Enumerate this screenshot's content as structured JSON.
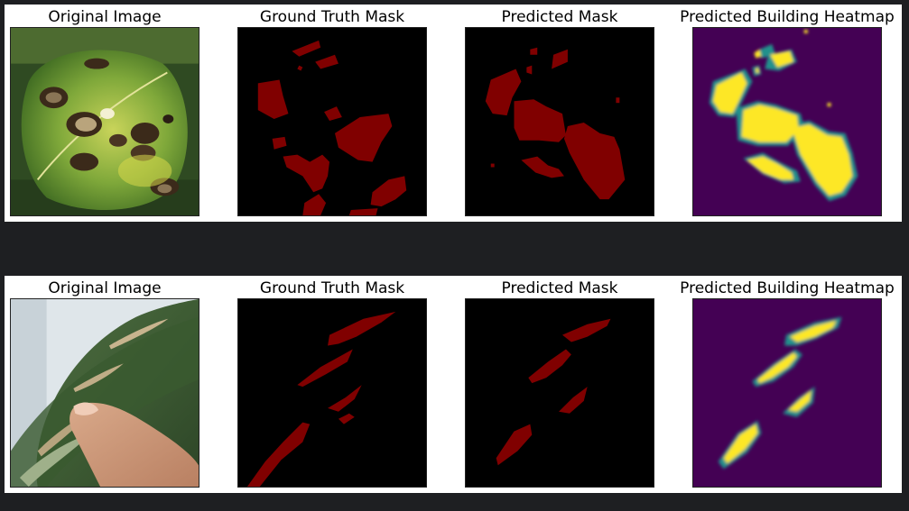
{
  "rows": [
    {
      "titles": [
        "Original Image",
        "Ground Truth Mask",
        "Predicted Mask",
        "Predicted Building Heatmap"
      ],
      "image_subject": "soybean-leaf-with-brown-lesions"
    },
    {
      "titles": [
        "Original Image",
        "Ground Truth Mask",
        "Predicted Mask",
        "Predicted Building Heatmap"
      ],
      "image_subject": "corn-leaf-held-by-hand-with-streak-lesions"
    }
  ],
  "colors": {
    "background": "#1e1f22",
    "figure_bg": "#ffffff",
    "mask_fg": "#800000",
    "mask_bg": "#000000",
    "heatmap_low": "#440154",
    "heatmap_mid": "#21918c",
    "heatmap_high": "#fde725"
  }
}
